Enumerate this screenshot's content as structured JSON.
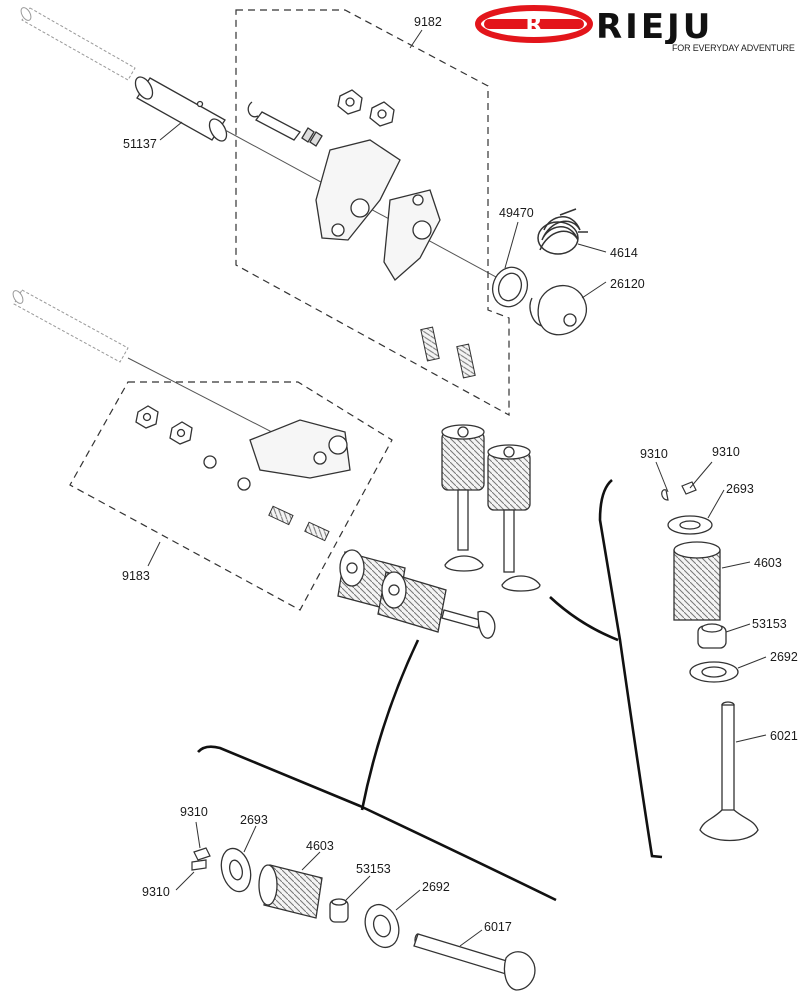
{
  "brand": {
    "name": "RIEJU",
    "emblem_letter": "R",
    "tagline": "FOR EVERYDAY ADVENTURE",
    "colors": {
      "emblem": "#e3151b",
      "wordmark": "#111111"
    }
  },
  "callouts": {
    "c9182": "9182",
    "c51137": "51137",
    "c49470": "49470",
    "c4614": "4614",
    "c26120": "26120",
    "c9183": "9183",
    "c9310_ra": "9310",
    "c9310_rb": "9310",
    "c2693_r": "2693",
    "c4603_r": "4603",
    "c53153_r": "53153",
    "c2692_r": "2692",
    "c6021": "6021",
    "c9310_la": "9310",
    "c9310_lb": "9310",
    "c2693_l": "2693",
    "c4603_l": "4603",
    "c53153_l": "53153",
    "c2692_l": "2692",
    "c6017": "6017"
  }
}
